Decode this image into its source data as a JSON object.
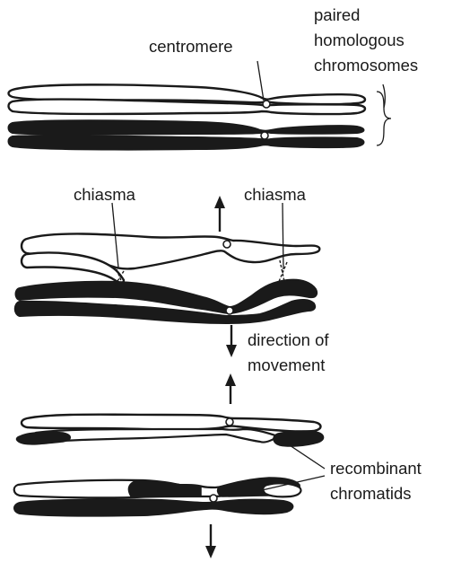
{
  "labels": {
    "paired_homologous_chromosomes": [
      "paired",
      "homologous",
      "chromosomes"
    ],
    "centromere": "centromere",
    "chiasma_left": "chiasma",
    "chiasma_right": "chiasma",
    "direction_of_movement": [
      "direction of",
      "movement"
    ],
    "recombinant_chromatids": [
      "recombinant",
      "chromatids"
    ]
  },
  "colors": {
    "ink": "#1a1a1a",
    "paper": "#ffffff"
  }
}
